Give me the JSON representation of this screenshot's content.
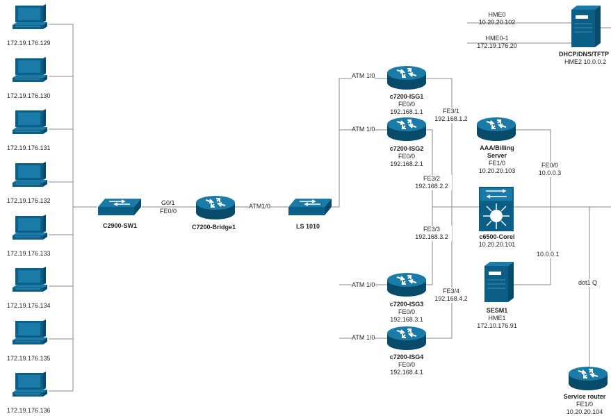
{
  "colors": {
    "device": "#0b5f86",
    "device_dark": "#084a69",
    "wire": "#8a8a8a",
    "text": "#222222"
  },
  "pcs": [
    {
      "ip": "172.19.176.129"
    },
    {
      "ip": "172.19.176.130"
    },
    {
      "ip": "172.19.176.131"
    },
    {
      "ip": "172.19.176.132"
    },
    {
      "ip": "172.19.176.133"
    },
    {
      "ip": "172.19.176.134"
    },
    {
      "ip": "172.19.176.135"
    },
    {
      "ip": "172.19.176.136"
    }
  ],
  "switch_sw1": {
    "name": "C2900-SW1"
  },
  "link_sw1_bridge": {
    "label1": "G0/1",
    "label2": "FE0/0"
  },
  "bridge": {
    "name": "C7200-Bridge1"
  },
  "link_bridge_ls": {
    "label": "ATM1/0"
  },
  "ls1010": {
    "name": "LS 1010"
  },
  "isg": [
    {
      "atm": "ATM 1/0",
      "name": "c7200-ISG1",
      "iface": "FE0/0",
      "ip": "192.168.1.1",
      "fe_label": "FE3/1",
      "fe_ip": "192.168.1.2"
    },
    {
      "atm": "ATM 1/0",
      "name": "c7200-ISG2",
      "iface": "FE0/0",
      "ip": "192.168.2.1",
      "fe_label": "FE3/2",
      "fe_ip": "192.168.2.2"
    },
    {
      "atm": "ATM 1/0",
      "name": "c7200-ISG3",
      "iface": "FE0/0",
      "ip": "192.168.3.1",
      "fe_label": "FE3/3",
      "fe_ip": "192.168.3.2"
    },
    {
      "atm": "ATM 1/0",
      "name": "c7200-ISG4",
      "iface": "FE0/0",
      "ip": "192.168.4.1",
      "fe_label": "FE3/4",
      "fe_ip": "192.168.4.2"
    }
  ],
  "aaa": {
    "name1": "AAA/Billing",
    "name2": "Server",
    "iface": "FE1/0",
    "ip": "10.20.20.103"
  },
  "fe00": {
    "label": "FE0/0",
    "ip": "10.0.0.3"
  },
  "core": {
    "name": "c6500-Corel",
    "ip": "10.20.20.101"
  },
  "sesm": {
    "name": "SESM1",
    "iface": "HME1",
    "ip": "172.10.176.91"
  },
  "link_10001": {
    "label": "10.0.0.1"
  },
  "dot1q": {
    "label": "dot1 Q"
  },
  "service_router": {
    "name": "Service router",
    "iface": "FE1/0",
    "ip": "10.20.20.104"
  },
  "dhcp": {
    "name": "DHCP/DNS/TFTP",
    "hme": "HME2 10.0.0.2",
    "hme0_label": "HME0",
    "hme0_ip": "10.20.20.102",
    "hme01_label": "HME0-1",
    "hme01_ip": "172.19.176.20"
  }
}
